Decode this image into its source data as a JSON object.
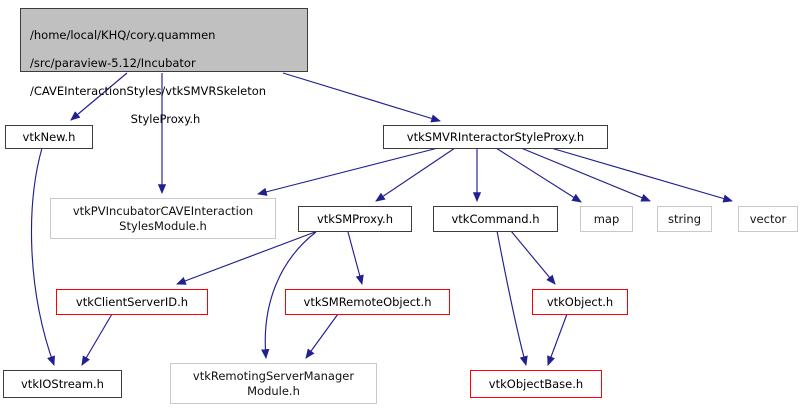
{
  "graph": {
    "kind": "doxygen-include-dependency-graph",
    "colors": {
      "background": "#ffffff",
      "edge": "#202090",
      "root_fill": "#c0c0c0",
      "node_border": "#3c3c3c",
      "undocumented_border": "#c9c9c9",
      "truncated_border": "#fe0000"
    },
    "nodes": [
      {
        "id": "root",
        "lines": [
          "/home/local/KHQ/cory.quammen",
          "/src/paraview-5.12/Incubator",
          "/CAVEInteractionStyles/vtkSMVRSkeleton",
          "StyleProxy.h"
        ],
        "label": "/home/local/KHQ/cory.quammen /src/paraview-5.12/Incubator /CAVEInteractionStyles/vtkSMVRSkeleton StyleProxy.h",
        "type": "root"
      },
      {
        "id": "vtkNew.h",
        "label": "vtkNew.h",
        "type": "documented"
      },
      {
        "id": "vtkSMVRInteractorStyleProxy.h",
        "label": "vtkSMVRInteractorStyleProxy.h",
        "type": "documented"
      },
      {
        "id": "vtkPVIncubatorCAVEInteractionStylesModule.h",
        "label": "vtkPVIncubatorCAVEInteraction\nStylesModule.h",
        "type": "undocumented"
      },
      {
        "id": "vtkSMProxy.h",
        "label": "vtkSMProxy.h",
        "type": "documented"
      },
      {
        "id": "vtkCommand.h",
        "label": "vtkCommand.h",
        "type": "documented"
      },
      {
        "id": "map",
        "label": "map",
        "type": "system"
      },
      {
        "id": "string",
        "label": "string",
        "type": "system"
      },
      {
        "id": "vector",
        "label": "vector",
        "type": "system"
      },
      {
        "id": "vtkClientServerID.h",
        "label": "vtkClientServerID.h",
        "type": "truncated"
      },
      {
        "id": "vtkSMRemoteObject.h",
        "label": "vtkSMRemoteObject.h",
        "type": "truncated"
      },
      {
        "id": "vtkObject.h",
        "label": "vtkObject.h",
        "type": "truncated"
      },
      {
        "id": "vtkIOStream.h",
        "label": "vtkIOStream.h",
        "type": "documented"
      },
      {
        "id": "vtkRemotingServerManagerModule.h",
        "label": "vtkRemotingServerManager\nModule.h",
        "type": "undocumented"
      },
      {
        "id": "vtkObjectBase.h",
        "label": "vtkObjectBase.h",
        "type": "truncated"
      }
    ],
    "edges": [
      {
        "from": "root",
        "to": "vtkNew.h"
      },
      {
        "from": "root",
        "to": "vtkPVIncubatorCAVEInteractionStylesModule.h"
      },
      {
        "from": "root",
        "to": "vtkSMVRInteractorStyleProxy.h"
      },
      {
        "from": "vtkSMVRInteractorStyleProxy.h",
        "to": "vtkPVIncubatorCAVEInteractionStylesModule.h"
      },
      {
        "from": "vtkSMVRInteractorStyleProxy.h",
        "to": "vtkSMProxy.h"
      },
      {
        "from": "vtkSMVRInteractorStyleProxy.h",
        "to": "vtkCommand.h"
      },
      {
        "from": "vtkSMVRInteractorStyleProxy.h",
        "to": "map"
      },
      {
        "from": "vtkSMVRInteractorStyleProxy.h",
        "to": "string"
      },
      {
        "from": "vtkSMVRInteractorStyleProxy.h",
        "to": "vector"
      },
      {
        "from": "vtkNew.h",
        "to": "vtkIOStream.h"
      },
      {
        "from": "vtkSMProxy.h",
        "to": "vtkClientServerID.h"
      },
      {
        "from": "vtkSMProxy.h",
        "to": "vtkSMRemoteObject.h"
      },
      {
        "from": "vtkSMProxy.h",
        "to": "vtkRemotingServerManagerModule.h"
      },
      {
        "from": "vtkClientServerID.h",
        "to": "vtkIOStream.h"
      },
      {
        "from": "vtkSMRemoteObject.h",
        "to": "vtkRemotingServerManagerModule.h"
      },
      {
        "from": "vtkCommand.h",
        "to": "vtkObject.h"
      },
      {
        "from": "vtkCommand.h",
        "to": "vtkObjectBase.h"
      },
      {
        "from": "vtkObject.h",
        "to": "vtkObjectBase.h"
      }
    ]
  }
}
